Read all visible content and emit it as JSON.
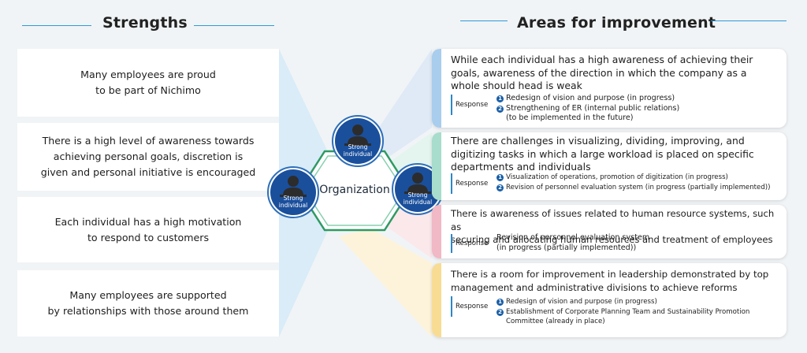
{
  "headings": {
    "strengths": "Strengths",
    "improvement": "Areas for improvement"
  },
  "strengths": [
    "Many employees are proud\nto be part of Nichimo",
    "There is a high level of awareness towards\nachieving personal goals, discretion is\ngiven and personal initiative is encouraged",
    "Each individual has a high motivation\nto respond to customers",
    "Many employees are supported\nby relationships with those around them"
  ],
  "center": {
    "label": "Organization",
    "badge_label_1": "Strong",
    "badge_label_2": "individual"
  },
  "improvements": [
    {
      "title": "While each individual has a high awareness of achieving their\ngoals, awareness of the direction in which the company as a\nwhole should head is weak",
      "response_label": "Response",
      "bar_color": "#a9cdec",
      "items": [
        {
          "num": "1",
          "text": "Redesign of vision and purpose (in progress)"
        },
        {
          "num": "2",
          "text": "Strengthening of ER (internal public relations)\n(to be implemented in the future)"
        }
      ]
    },
    {
      "title": "There are challenges in visualizing, dividing, improving, and\ndigitizing tasks in which a large workload is placed on specific\ndepartments and individuals",
      "response_label": "Response",
      "bar_color": "#a8dccd",
      "items": [
        {
          "num": "1",
          "text": "Visualization of operations, promotion of digitization (in progress)"
        },
        {
          "num": "2",
          "text": "Revision of personnel evaluation system (in progress (partially implemented))"
        }
      ]
    },
    {
      "title": "There is awareness of issues related to human resource systems, such as\nsecuring and allocating human resources and treatment of employees",
      "response_label": "Response",
      "bar_color": "#f1b8c5",
      "items": [
        {
          "num": "",
          "text": "Revision of personnel evaluation system\n(in progress (partially implemented))"
        }
      ]
    },
    {
      "title": "There is a room for improvement in leadership demonstrated by top\nmanagement and administrative divisions to achieve reforms",
      "response_label": "Response",
      "bar_color": "#f8dc94",
      "items": [
        {
          "num": "1",
          "text": "Redesign of vision and purpose (in progress)"
        },
        {
          "num": "2",
          "text": "Establishment of Corporate Planning Team and Sustainability Promotion\nCommittee (already in place)"
        }
      ]
    }
  ],
  "colors": {
    "heading_rule": "#2d9bd8",
    "badge_fill": "#1a4f9c",
    "hexagon_stroke": "#2e9a63",
    "left_fan": "#d9ecf8"
  }
}
